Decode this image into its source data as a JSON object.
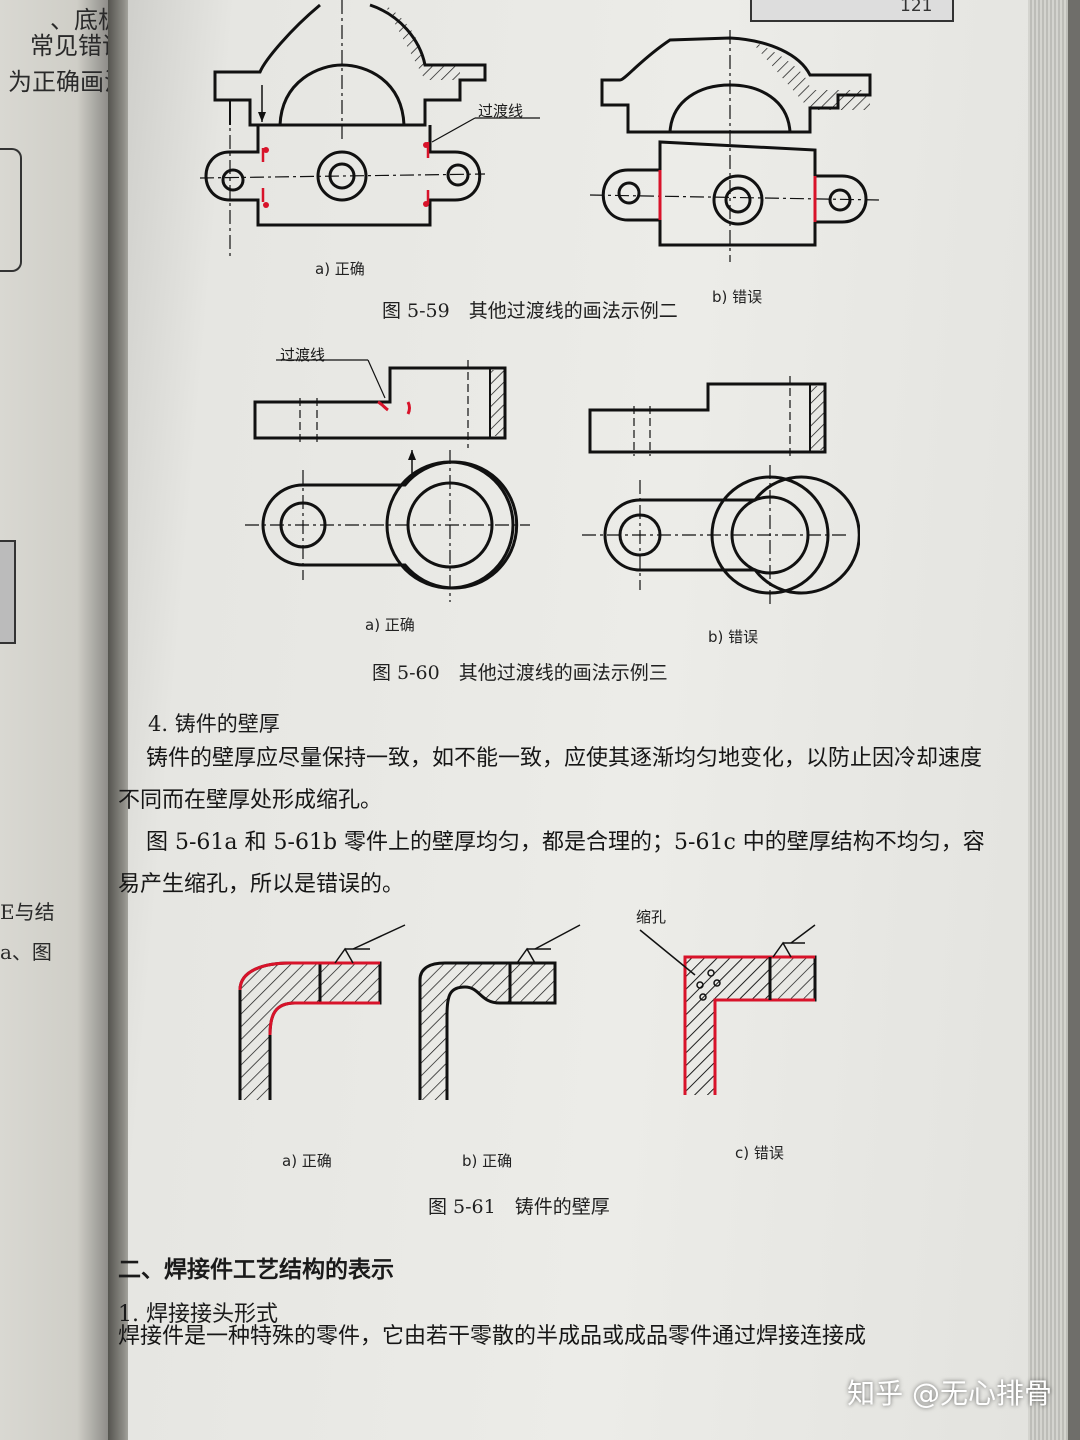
{
  "page_number": "121",
  "left_page_fragments": [
    "、底板",
    "常见错误画",
    "为正确画法。",
    "E与结",
    "a、图"
  ],
  "fig59": {
    "callout": "过渡线",
    "sub_a": "a) 正确",
    "sub_b": "b) 错误",
    "caption": "图 5-59　其他过渡线的画法示例二"
  },
  "fig60": {
    "callout": "过渡线",
    "sub_a": "a) 正确",
    "sub_b": "b) 错误",
    "caption": "图 5-60　其他过渡线的画法示例三"
  },
  "section4": {
    "heading": "4. 铸件的壁厚",
    "para1": "铸件的壁厚应尽量保持一致，如不能一致，应使其逐渐均匀地变化，以防止因冷却速度不同而在壁厚处形成缩孔。",
    "para2": "图 5-61a 和 5-61b 零件上的壁厚均匀，都是合理的；5-61c 中的壁厚结构不均匀，容易产生缩孔，所以是错误的。"
  },
  "fig61": {
    "callout": "缩孔",
    "sub_a": "a) 正确",
    "sub_b": "b) 正确",
    "sub_c": "c) 错误",
    "caption": "图 5-61　铸件的壁厚"
  },
  "section2": {
    "heading": "二、焊接件工艺结构的表示",
    "subheading": "1. 焊接接头形式",
    "para": "焊接件是一种特殊的零件，它由若干零散的半成品或成品零件通过焊接连接成"
  },
  "watermark": "知乎 @无心排骨",
  "colors": {
    "accent_red": "#d8132a",
    "ink": "#111111",
    "paper": "#ebebe7"
  }
}
